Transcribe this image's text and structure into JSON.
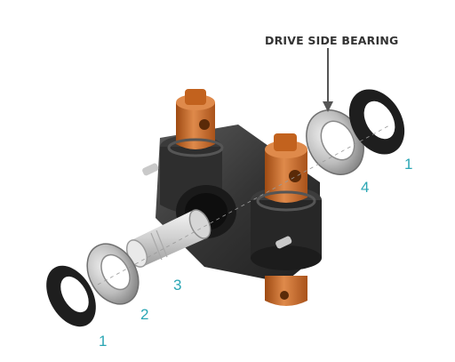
{
  "labels": {
    "drive_side_bearing": "DRIVE SIDE BEARING",
    "callout_1_right": "1",
    "callout_4": "4",
    "callout_3": "3",
    "callout_2": "2",
    "callout_1_left": "1"
  },
  "colors": {
    "callout": "#2aa6b4",
    "label": "#333333",
    "arrow": "#555555",
    "housing_dark": "#2c2c2c",
    "housing_mid": "#484848",
    "housing_light": "#6c6c6c",
    "orange": "#c2621e",
    "orange_light": "#df8a4b",
    "bearing_outer": "#b8b8b8",
    "bearing_inner": "#dedede",
    "seal": "#1e1e1e",
    "tube": "#e2e2e2"
  },
  "icons": {
    "arrow": "down-arrow-icon",
    "seal": "ring-seal-icon",
    "bearing": "ball-bearing-icon"
  }
}
